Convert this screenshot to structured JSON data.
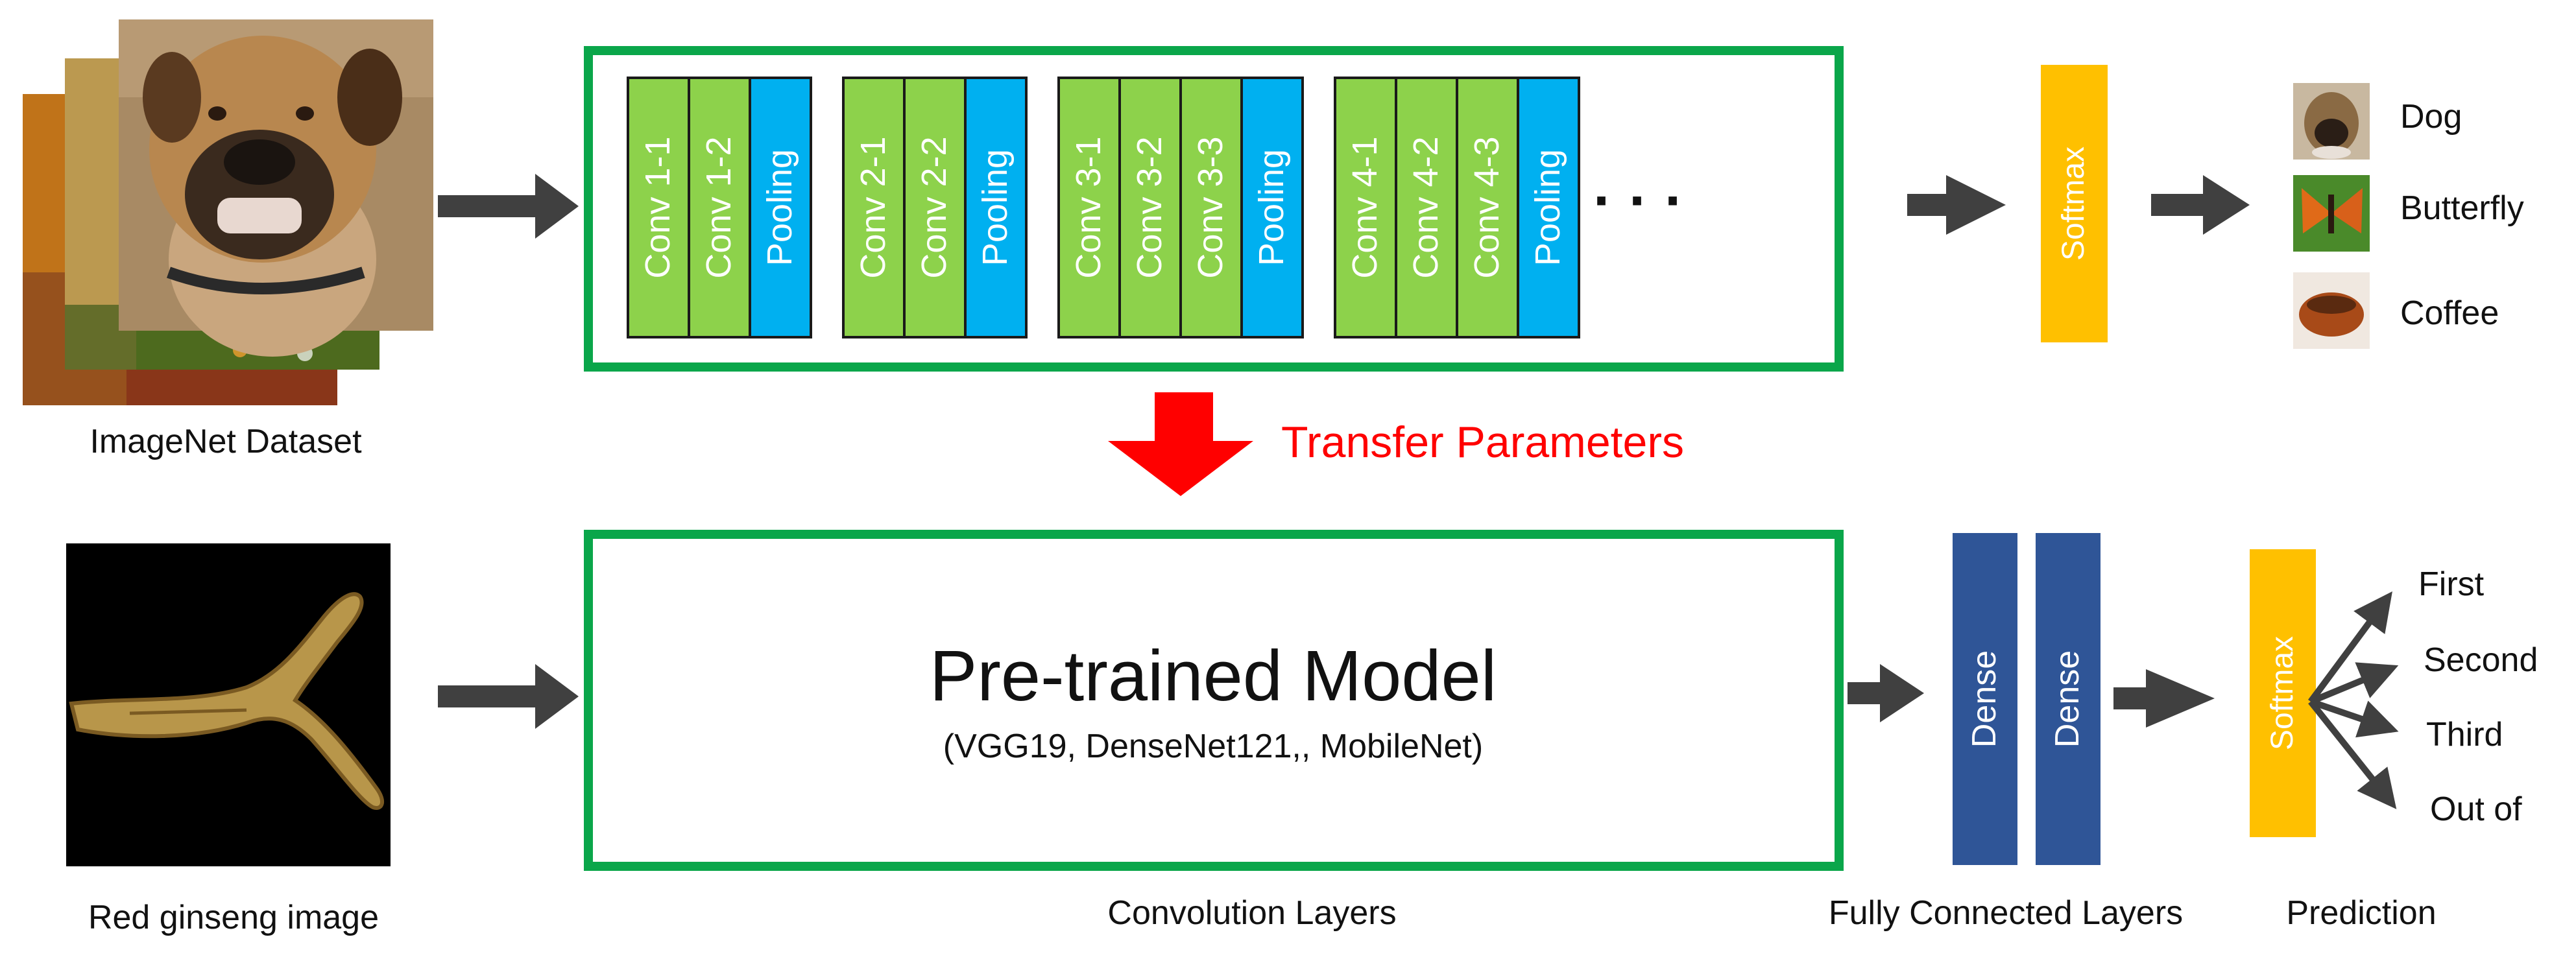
{
  "imagenet": {
    "label": "ImageNet Dataset"
  },
  "pretrain_layers": [
    {
      "label": "Conv 1-1",
      "kind": "conv"
    },
    {
      "label": "Conv 1-2",
      "kind": "conv"
    },
    {
      "label": "Pooling",
      "kind": "pool"
    },
    {
      "label": "Conv 2-1",
      "kind": "conv"
    },
    {
      "label": "Conv 2-2",
      "kind": "conv"
    },
    {
      "label": "Pooling",
      "kind": "pool"
    },
    {
      "label": "Conv 3-1",
      "kind": "conv"
    },
    {
      "label": "Conv 3-2",
      "kind": "conv"
    },
    {
      "label": "Conv 3-3",
      "kind": "conv"
    },
    {
      "label": "Pooling",
      "kind": "pool"
    },
    {
      "label": "Conv 4-1",
      "kind": "conv"
    },
    {
      "label": "Conv 4-2",
      "kind": "conv"
    },
    {
      "label": "Conv 4-3",
      "kind": "conv"
    },
    {
      "label": "Pooling",
      "kind": "pool"
    }
  ],
  "ellipsis": "· · ·",
  "softmax_top": "Softmax",
  "imagenet_classes": [
    "Dog",
    "Butterfly",
    "Coffee"
  ],
  "transfer": {
    "label": "Transfer Parameters"
  },
  "ginseng": {
    "label": "Red ginseng image"
  },
  "model": {
    "title": "Pre-trained Model",
    "subtitle": "(VGG19, DenseNet121,, MobileNet)"
  },
  "dense_layers": [
    "Dense",
    "Dense"
  ],
  "softmax_bottom": "Softmax",
  "outputs": [
    "First",
    "Second",
    "Third",
    "Out of"
  ],
  "section_labels": {
    "conv": "Convolution Layers",
    "fc": "Fully Connected Layers",
    "pred": "Prediction"
  },
  "colors": {
    "frame_green": "#0aa64a",
    "conv_green": "#8dd24b",
    "pool_blue": "#00b0f0",
    "softmax_yellow": "#ffc000",
    "dense_blue": "#2f5597",
    "arrow_gray": "#404040",
    "transfer_red": "#ff0000"
  }
}
